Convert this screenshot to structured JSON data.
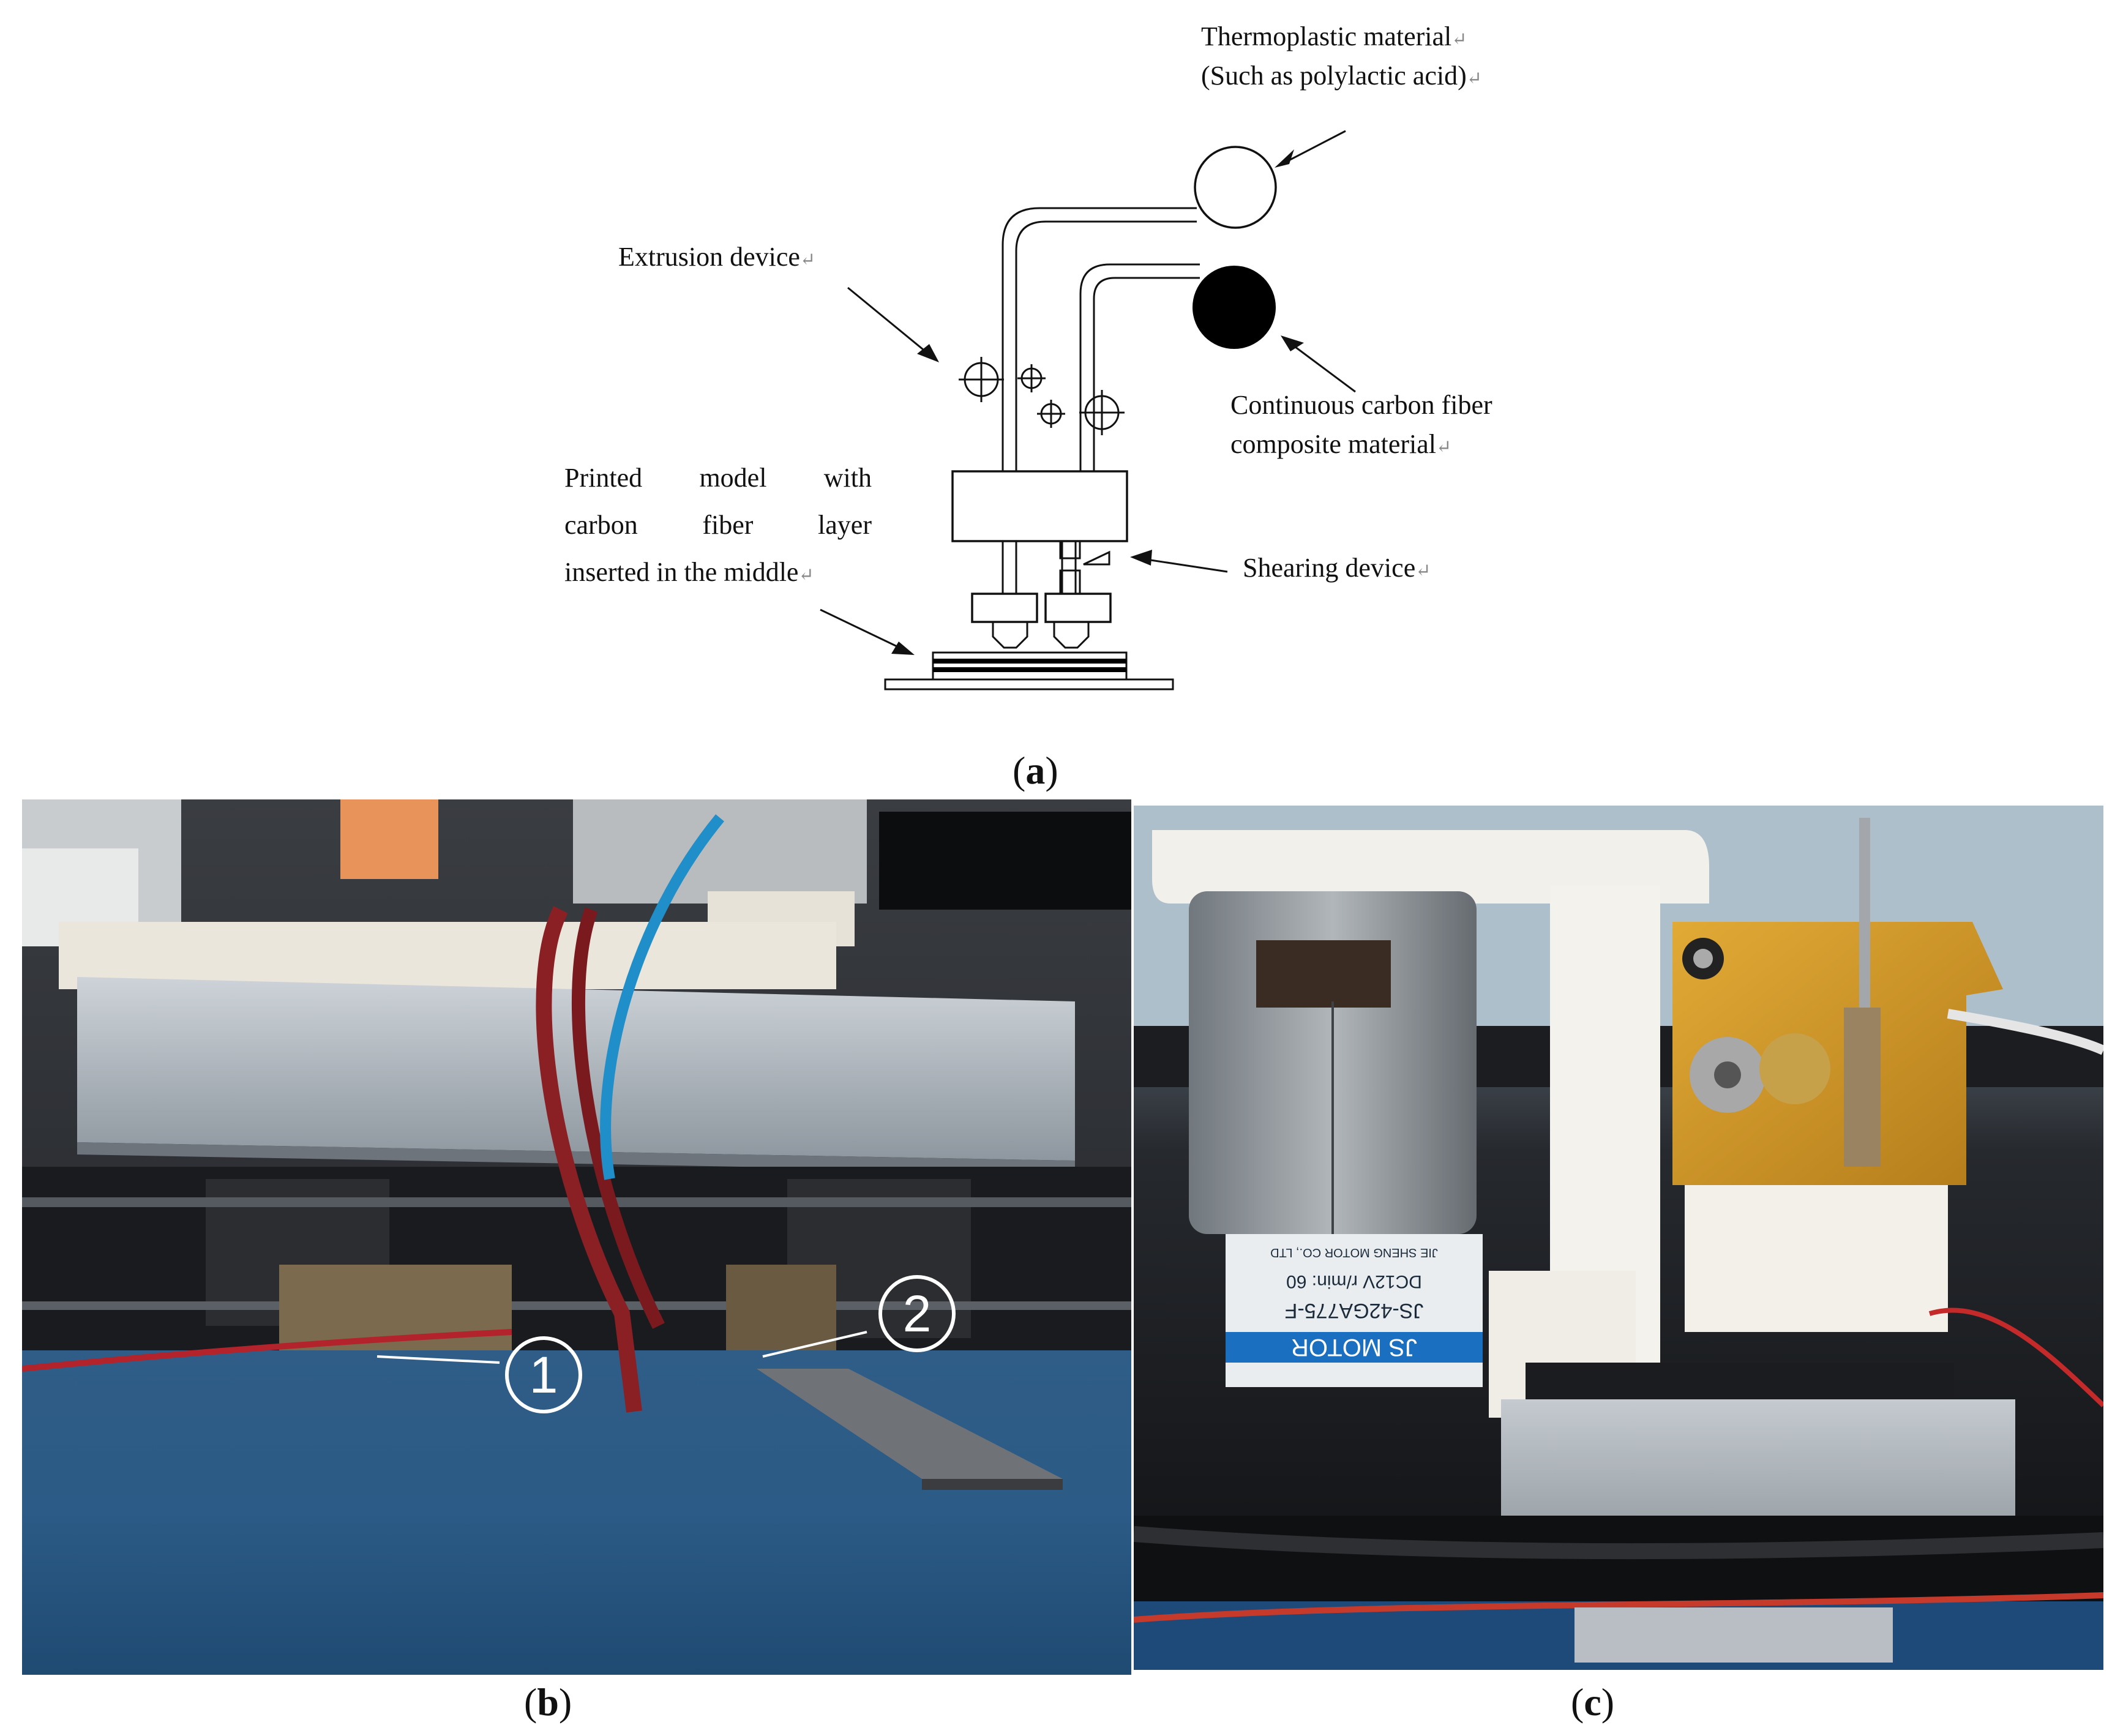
{
  "diagram": {
    "labels": {
      "thermoplastic_line1": "Thermoplastic material",
      "thermoplastic_line2": "(Such as polylactic acid)",
      "extrusion": "Extrusion device",
      "carbon_line1": "Continuous carbon fiber",
      "carbon_line2": "composite material",
      "model_line1": "Printed model with",
      "model_line2": "carbon fiber layer",
      "model_line3": "inserted in the middle",
      "shearing": "Shearing device"
    },
    "return_mark": "↵"
  },
  "panels": {
    "a": "a",
    "b": "b",
    "c": "c"
  },
  "photo_b": {
    "marker1": "①",
    "marker2": "②"
  },
  "photo_c": {
    "motor_label_brand": "JS MOTOR",
    "motor_label_model": "JS-42GA775-F",
    "motor_label_spec": "DC12V r/min: 60",
    "motor_label_maker": "JIE SHENG MOTOR CO., LTD"
  }
}
